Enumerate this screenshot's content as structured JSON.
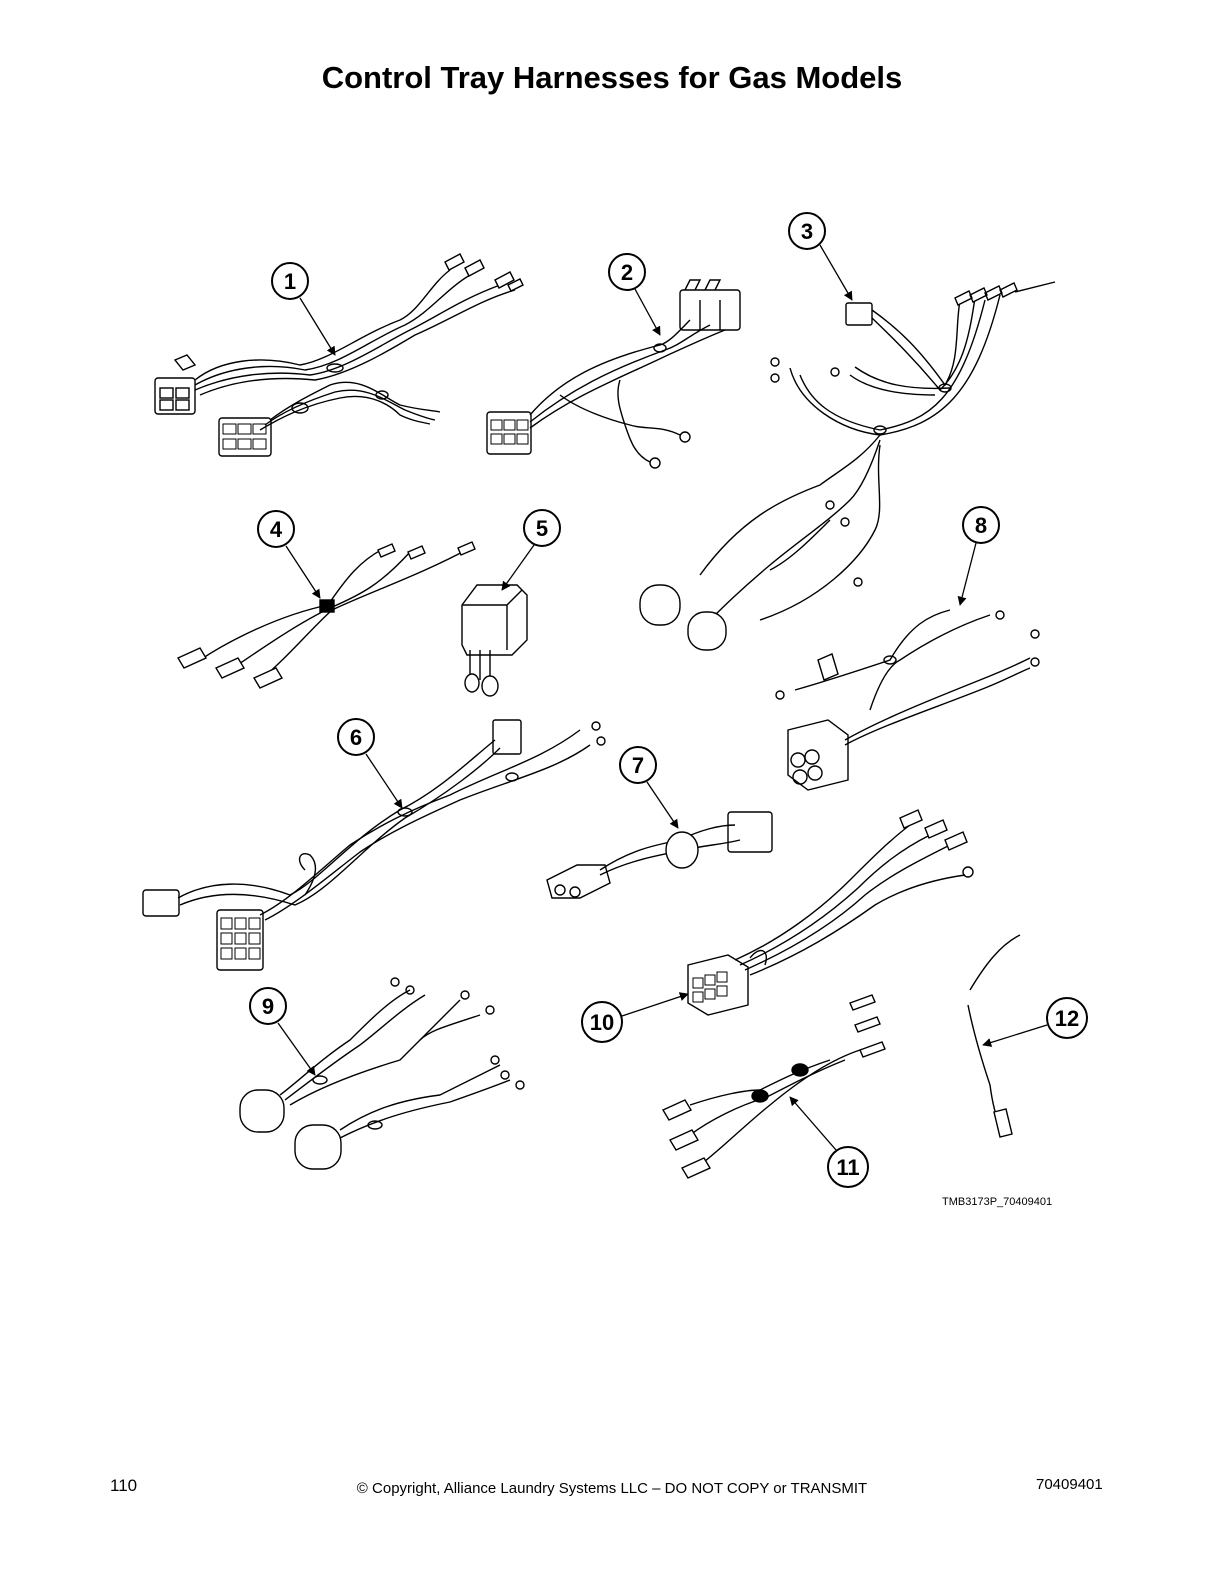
{
  "title": "Control Tray Harnesses for Gas Models",
  "figure_code": "TMB3173P_70409401",
  "footer": {
    "page_number": "110",
    "copyright": "© Copyright, Alliance Laundry Systems LLC – DO NOT COPY or TRANSMIT",
    "document_number": "70409401"
  },
  "callouts": [
    "1",
    "2",
    "3",
    "4",
    "5",
    "6",
    "7",
    "8",
    "9",
    "10",
    "11",
    "12"
  ]
}
